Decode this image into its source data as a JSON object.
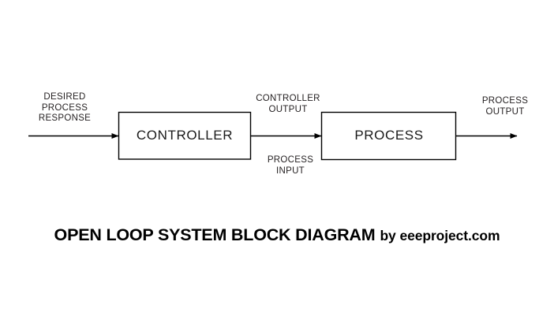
{
  "diagram": {
    "title_main": "OPEN LOOP SYSTEM BLOCK DIAGRAM",
    "title_credit": "by eeeproject.com",
    "background_color": "#ffffff",
    "stroke_color": "#000000",
    "text_color": "#231f20",
    "blocks": [
      {
        "id": "controller",
        "label": "CONTROLLER"
      },
      {
        "id": "process",
        "label": "PROCESS"
      }
    ],
    "signals": [
      {
        "id": "input",
        "label": "DESIRED\nPROCESS\nRESPONSE"
      },
      {
        "id": "controller-output",
        "label": "CONTROLLER\nOUTPUT"
      },
      {
        "id": "process-input",
        "label": "PROCESS\nINPUT"
      },
      {
        "id": "process-output",
        "label": "PROCESS\nOUTPUT"
      }
    ]
  }
}
